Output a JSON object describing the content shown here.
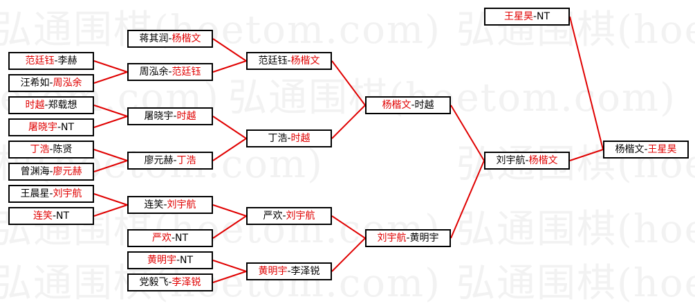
{
  "watermark": "弘通围棋(hoetom.com)",
  "colors": {
    "winner": "#e00000",
    "line": "#e00000",
    "border": "#000000",
    "text": "#000000"
  },
  "matches": [
    {
      "id": "r1m1",
      "a": "范廷钰",
      "b": "李赫",
      "winner": "a"
    },
    {
      "id": "r1m2",
      "a": "汪希如",
      "b": "周泓余",
      "winner": "b"
    },
    {
      "id": "r1m3",
      "a": "时越",
      "b": "郑载想",
      "winner": "a"
    },
    {
      "id": "r1m4",
      "a": "屠晓宇",
      "b": "NT",
      "winner": "a"
    },
    {
      "id": "r1m5",
      "a": "丁浩",
      "b": "陈贤",
      "winner": "a"
    },
    {
      "id": "r1m6",
      "a": "曾渊海",
      "b": "廖元赫",
      "winner": "b"
    },
    {
      "id": "r1m7",
      "a": "王晨星",
      "b": "刘宇航",
      "winner": "b"
    },
    {
      "id": "r1m8",
      "a": "连笑",
      "b": "NT",
      "winner": "a"
    },
    {
      "id": "r2m0",
      "a": "蒋其润",
      "b": "杨楷文",
      "winner": "b"
    },
    {
      "id": "r2m1",
      "a": "周泓余",
      "b": "范廷钰",
      "winner": "b"
    },
    {
      "id": "r2m2",
      "a": "屠晓宇",
      "b": "时越",
      "winner": "b"
    },
    {
      "id": "r2m3",
      "a": "廖元赫",
      "b": "丁浩",
      "winner": "b"
    },
    {
      "id": "r2m4",
      "a": "连笑",
      "b": "刘宇航",
      "winner": "b"
    },
    {
      "id": "r2m5",
      "a": "严欢",
      "b": "NT",
      "winner": "a"
    },
    {
      "id": "r2m6",
      "a": "黄明宇",
      "b": "NT",
      "winner": "a"
    },
    {
      "id": "r2m7",
      "a": "党毅飞",
      "b": "李泽锐",
      "winner": "b"
    },
    {
      "id": "r3m1",
      "a": "范廷钰",
      "b": "杨楷文",
      "winner": "b"
    },
    {
      "id": "r3m2",
      "a": "丁浩",
      "b": "时越",
      "winner": "b"
    },
    {
      "id": "r3m3",
      "a": "严欢",
      "b": "刘宇航",
      "winner": "b"
    },
    {
      "id": "r3m4",
      "a": "黄明宇",
      "b": "李泽锐",
      "winner": "a"
    },
    {
      "id": "r4m1",
      "a": "杨楷文",
      "b": "时越",
      "winner": "a"
    },
    {
      "id": "r4m2",
      "a": "刘宇航",
      "b": "黄明宇",
      "winner": "a"
    },
    {
      "id": "r5m1",
      "a": "刘宇航",
      "b": "杨楷文",
      "winner": "b"
    },
    {
      "id": "r5m0",
      "a": "王星昊",
      "b": "NT",
      "winner": "a"
    },
    {
      "id": "final",
      "a": "杨楷文",
      "b": "王星昊",
      "winner": "b"
    }
  ]
}
